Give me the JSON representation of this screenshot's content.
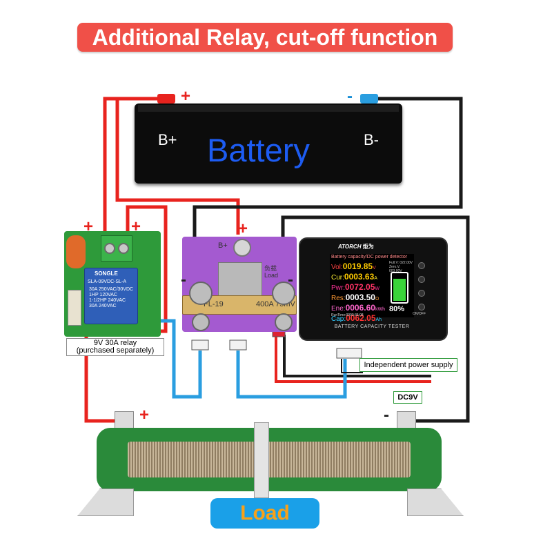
{
  "title": "Additional Relay, cut-off function",
  "battery": {
    "label": "Battery",
    "pos_label": "B+",
    "neg_label": "B-"
  },
  "signs": {
    "plus": "+",
    "minus": "-"
  },
  "relay": {
    "brand": "SONGLE",
    "model": "SLA-09VDC-SL-A",
    "specs": [
      "30A 250VAC/30VDC",
      "1HP 120VAC",
      "1-1/2HP 240VAC",
      "30A 240VAC"
    ],
    "caption_line1": "9V 30A relay",
    "caption_line2": "(purchased separately)"
  },
  "shunt": {
    "bar_left": "FL-19",
    "bar_right": "400A 75mV",
    "top_label": "B+",
    "chinese_label": "负载",
    "load_label": "Load"
  },
  "meter": {
    "brand": "ATORCH",
    "brand_cn": "炬为",
    "header": "Battery capacity/DC power detector",
    "rows": [
      {
        "label": "Vol:",
        "value": "0019.85",
        "unit": "V"
      },
      {
        "label": "Cur:",
        "value": "0003.63",
        "unit": "A"
      },
      {
        "label": "Pwr:",
        "value": "0072.05",
        "unit": "W"
      },
      {
        "label": "Res:",
        "value": "0003.50",
        "unit": "Ω"
      },
      {
        "label": "Ene:",
        "value": "0006.60",
        "unit": "kWh"
      },
      {
        "label": "Cap:",
        "value": "0062.05",
        "unit": "Ah"
      }
    ],
    "full_v": "Full.V: 022.00V",
    "zero_v": "Zero.V: 003.00V",
    "battery_percent": "80%",
    "runtime": "RunTime:0000:36:08",
    "footer": "BATTERY CAPACITY TESTER",
    "onoff": "ON/OFF"
  },
  "labels": {
    "independent_power": "Independent power supply",
    "dc9v": "DC9V"
  },
  "load": {
    "label": "Load"
  },
  "colors": {
    "banner": "#f05048",
    "battery_text": "#1d5cf2",
    "wire_red": "#e8231e",
    "wire_blue": "#2a9ee0",
    "wire_black": "#1a1a1a",
    "load_btn": "#1aa0e8",
    "load_text": "#f7a11a"
  }
}
